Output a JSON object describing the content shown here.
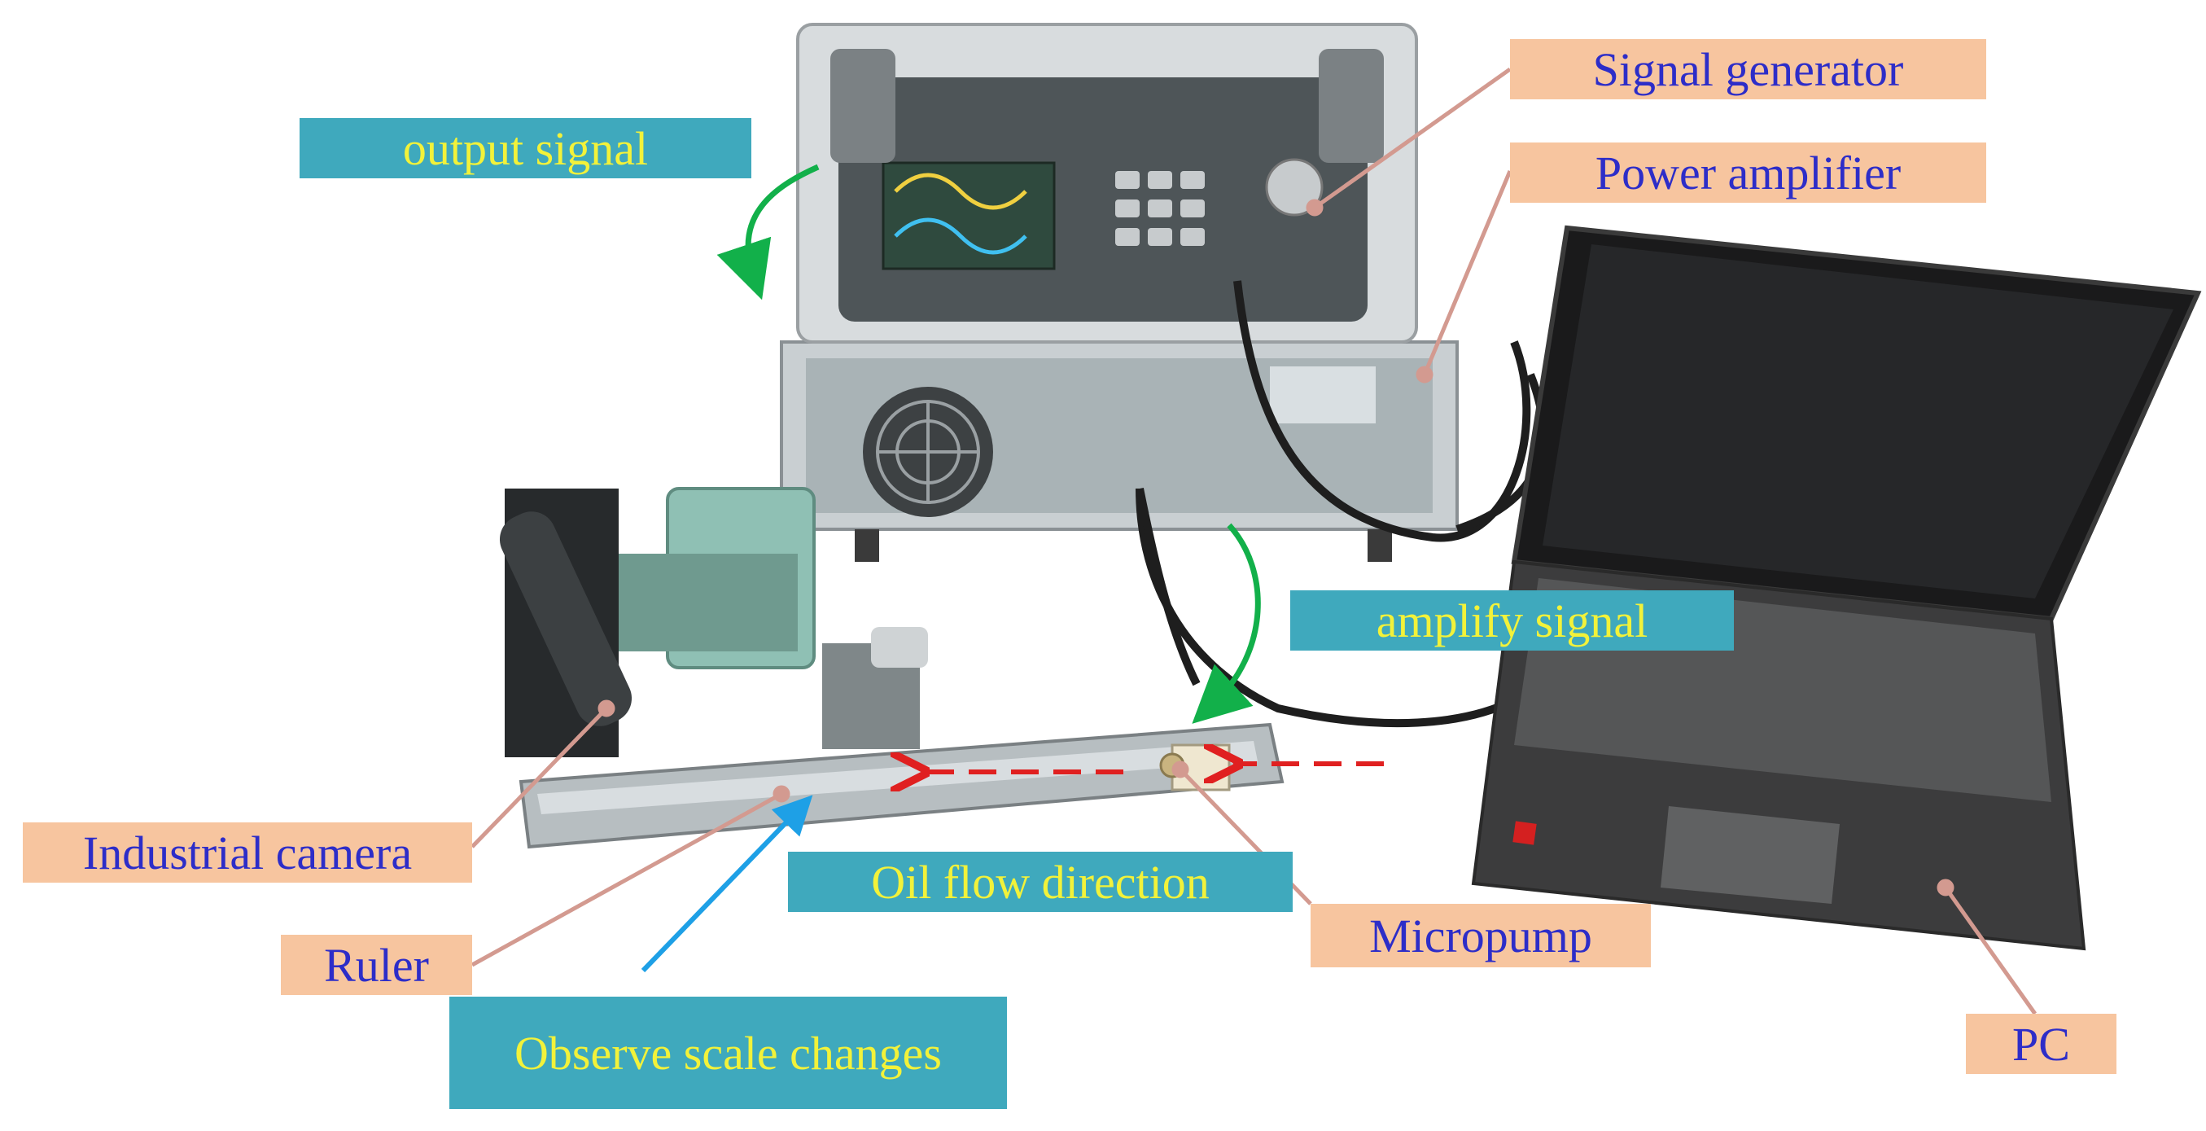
{
  "labels": {
    "signal_generator": "Signal generator",
    "power_amplifier": "Power amplifier",
    "output_signal": "output signal",
    "amplify_signal": "amplify signal",
    "industrial_camera": "Industrial camera",
    "oil_flow_direction": "Oil flow direction",
    "ruler": "Ruler",
    "micropump": "Micropump",
    "observe_scale_changes": "Observe scale changes",
    "pc": "PC"
  },
  "colors": {
    "component_label_bg": "#f7c59f",
    "component_label_text": "#2d2dc8",
    "process_label_bg": "#3fa9bd",
    "process_label_text": "#f2f23a",
    "leader_line": "#d39a90",
    "signal_arrow": "#12b04a",
    "flow_arrow": "#e02020",
    "observe_arrow": "#1ea0e6"
  }
}
